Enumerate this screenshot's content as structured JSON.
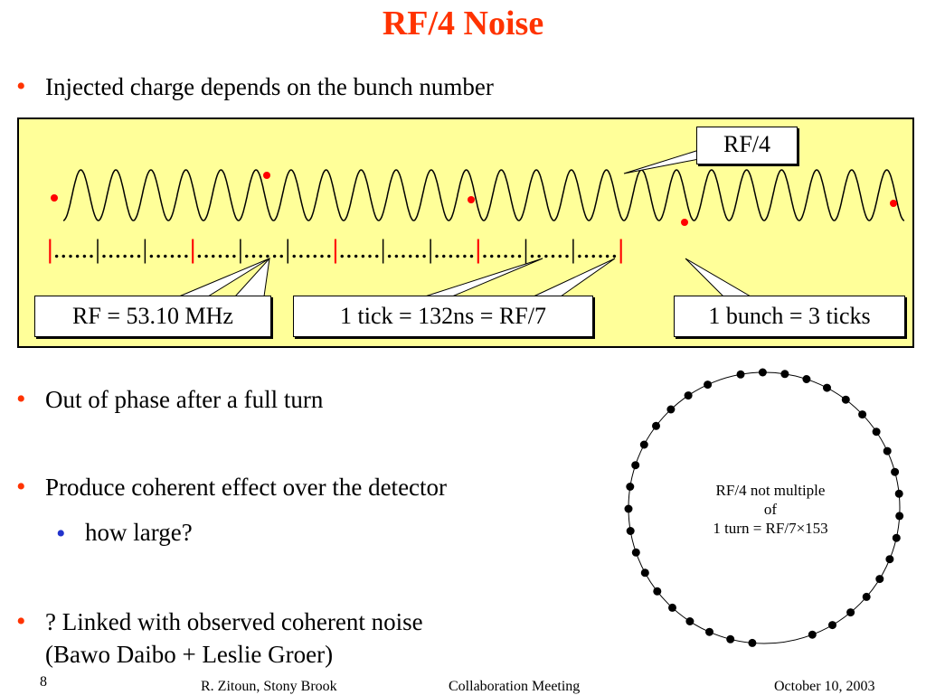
{
  "slide": {
    "title": "RF/4 Noise",
    "bullets": [
      "Injected charge depends on the bunch number",
      "Out of phase after a full turn",
      "Produce coherent effect over the detector",
      "? Linked with observed coherent noise",
      "(Bawo Daibo + Leslie Groer)"
    ],
    "sub_bullet": "how large?",
    "bullet_char": "•"
  },
  "diagram": {
    "rf4_label": "RF/4",
    "ticks_line": [
      "|",
      "......|......|......",
      "|",
      "......|......|......",
      "|",
      "......|......|......",
      "|",
      "......|......|......",
      "|"
    ],
    "callouts": {
      "rf": "RF = 53.10 MHz",
      "tick": "1 tick = 132ns = RF/7",
      "bunch": "1 bunch = 3 ticks"
    },
    "circle_text": [
      "RF/4 not multiple",
      "of",
      "1 turn = RF/7×153"
    ]
  },
  "colors": {
    "title": "#ff3300",
    "bullet": "#ff3300",
    "sub_bullet": "#2233cc",
    "panel": "#ffff99",
    "tick_accent": "#ff0000"
  },
  "footer": {
    "page": "8",
    "author": "R. Zitoun, Stony Brook",
    "meeting": "Collaboration Meeting",
    "date": "October 10, 2003"
  }
}
